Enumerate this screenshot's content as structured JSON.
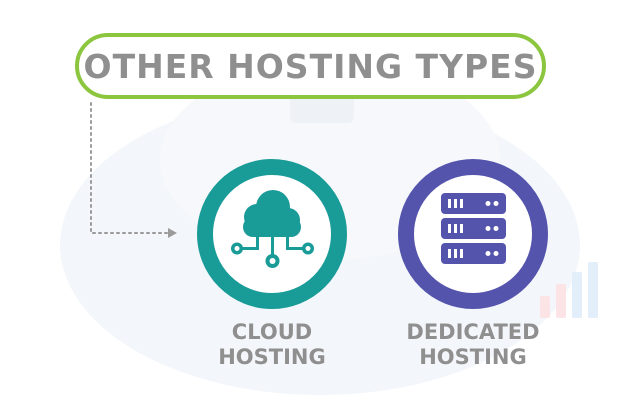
{
  "title": "OTHER HOSTING TYPES",
  "items": [
    {
      "label_line1": "CLOUD",
      "label_line2": "HOSTING",
      "icon": "cloud-network-icon",
      "color": "#199b98"
    },
    {
      "label_line1": "DEDICATED",
      "label_line2": "HOSTING",
      "icon": "server-rack-icon",
      "color": "#5454ad"
    }
  ],
  "colors": {
    "accent": "#8cc63f",
    "text": "#8f8f8f",
    "connector": "#9a9a9a"
  }
}
